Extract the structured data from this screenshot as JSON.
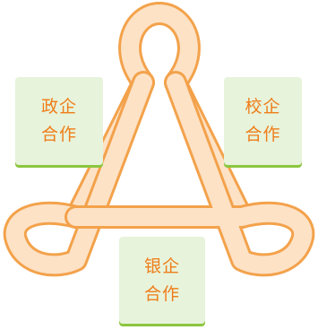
{
  "colors": {
    "ribbon_fill": "#fde2c6",
    "ribbon_edge": "#f3a24b",
    "card_fill": "#e7f3da",
    "card_shadow": "#8cc63f",
    "text": "#ef7d1a"
  },
  "nodes": [
    {
      "id": "gov",
      "line1": "政企",
      "line2": "合作"
    },
    {
      "id": "school",
      "line1": "校企",
      "line2": "合作"
    },
    {
      "id": "bank",
      "line1": "银企",
      "line2": "合作"
    }
  ]
}
